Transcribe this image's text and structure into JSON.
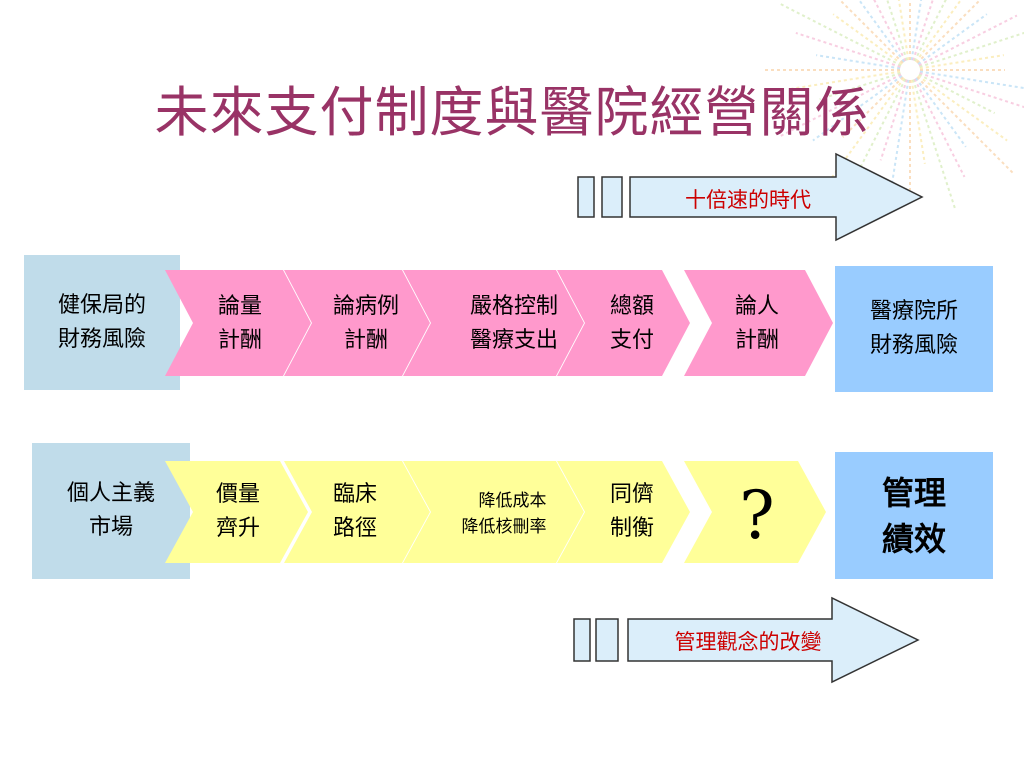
{
  "title": "未來支付制度與醫院經營關係",
  "top_arrow": {
    "label": "十倍速的時代"
  },
  "bottom_arrow": {
    "label": "管理觀念的改變"
  },
  "row1": {
    "left": [
      "健保局的",
      "財務風險"
    ],
    "steps": [
      [
        "論量",
        "計酬"
      ],
      [
        "論病例",
        "計酬"
      ],
      [
        "嚴格控制",
        "醫療支出"
      ],
      [
        "總額",
        "支付"
      ],
      [
        "論人",
        "計酬"
      ]
    ],
    "right": [
      "醫療院所",
      "財務風險"
    ]
  },
  "row2": {
    "left": [
      "個人主義",
      "市場"
    ],
    "steps": [
      [
        "價量",
        "齊升"
      ],
      [
        "臨床",
        "路徑"
      ],
      [
        "降低成本",
        "降低核刪率"
      ],
      [
        "同儕",
        "制衡"
      ],
      [
        "?"
      ]
    ],
    "right": [
      "管理",
      "績效"
    ]
  },
  "colors": {
    "title": "#993366",
    "arrow_label": "#cc0000",
    "pink": "#ff99cc",
    "yellow": "#ffff99",
    "side_box": "#c0dcea",
    "right_box": "#99ccff",
    "arrow_fill": "#dbeefa"
  }
}
